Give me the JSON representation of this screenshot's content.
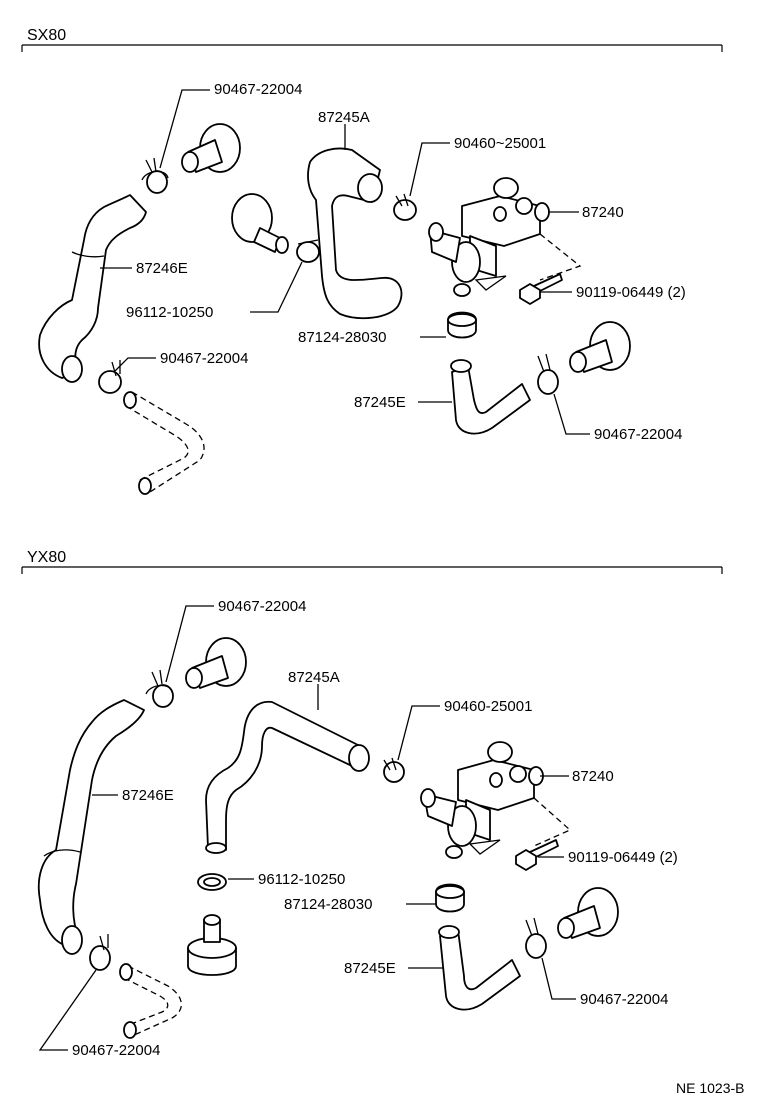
{
  "sections": [
    {
      "id": "sx80",
      "title": "SX80",
      "labels": [
        "90467-22004",
        "87245A",
        "90460~25001",
        "87240",
        "87246E",
        "96112-10250",
        "90119-06449 (2)",
        "87124-28030",
        "90467-22004",
        "87245E",
        "90467-22004"
      ]
    },
    {
      "id": "yx80",
      "title": "YX80",
      "labels": [
        "90467-22004",
        "87245A",
        "90460-25001",
        "87240",
        "87246E",
        "96112-10250",
        "90119-06449 (2)",
        "87124-28030",
        "87245E",
        "90467-22004",
        "90467-22004"
      ]
    }
  ],
  "footer": {
    "code": "NE 1023-B"
  },
  "icons": [
    "hose-icon",
    "hose-clamp-icon",
    "nozzle-fitting-icon",
    "vacuum-valve-icon",
    "bolt-icon",
    "hose-joint-icon"
  ]
}
